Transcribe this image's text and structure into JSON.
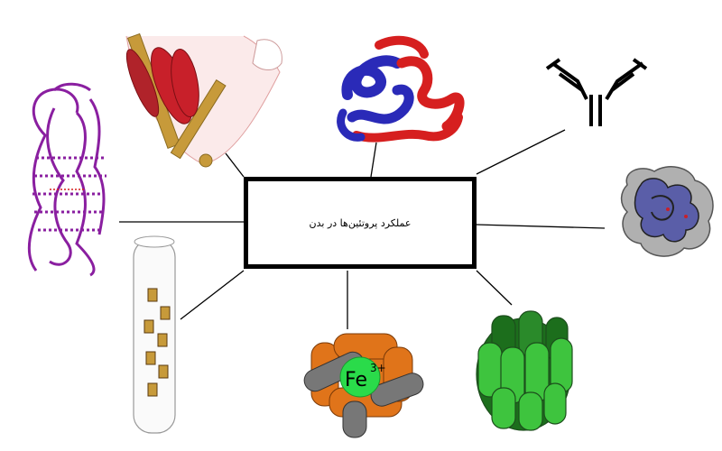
{
  "diagram": {
    "center_title": "عملکرد پروتئین‌ها در بدن",
    "fe_label": "Fe",
    "fe_charge": "3+"
  },
  "colors": {
    "line": "#000000",
    "bone": "#c79a3a",
    "muscle": "#c8202a",
    "hemoglobin_red": "#d61f1f",
    "hemoglobin_blue": "#2a2ab8",
    "coil_purple": "#8a1fa0",
    "ferritin_orange": "#e0741a",
    "ferritin_gray": "#777777",
    "iron_green": "#2adb4a",
    "chaperone_green": "#3ec43e",
    "chaperone_dark": "#1c6e1c",
    "enzyme_blue": "#5a5ea8",
    "enzyme_gray": "#b0b0b0"
  },
  "icons": [
    "arm-muscle-icon",
    "hemoglobin-icon",
    "antibody-icon",
    "membrane-protein-icon",
    "enzyme-icon",
    "collagen-fiber-icon",
    "ferritin-icon",
    "chaperonin-icon"
  ]
}
